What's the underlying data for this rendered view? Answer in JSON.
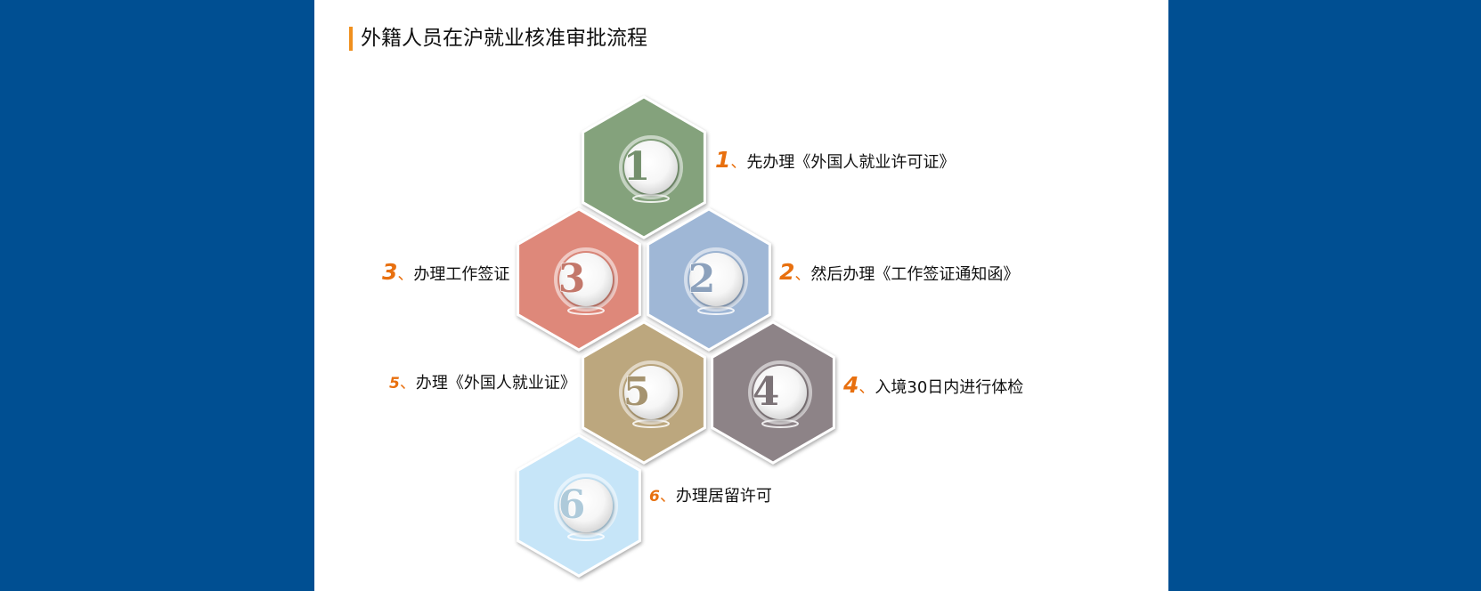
{
  "title": "外籍人员在沪就业核准审批流程",
  "separator": "、",
  "colors": {
    "page_background": "#004f92",
    "slide_background": "#ffffff",
    "title_bar": "#f0901e",
    "step_number": "#e8700f"
  },
  "steps": [
    {
      "number": "1",
      "label": "先办理《外国人就业许可证》",
      "color": "#84a27b"
    },
    {
      "number": "2",
      "label": "然后办理《工作签证通知函》",
      "color": "#9fb7d6"
    },
    {
      "number": "3",
      "label": "办理工作签证",
      "color": "#de887a"
    },
    {
      "number": "4",
      "label": "入境30日内进行体检",
      "color": "#8d8387"
    },
    {
      "number": "5",
      "label": "办理《外国人就业证》",
      "color": "#bca77e"
    },
    {
      "number": "6",
      "label": "办理居留许可",
      "color": "#c6e5f8"
    }
  ]
}
